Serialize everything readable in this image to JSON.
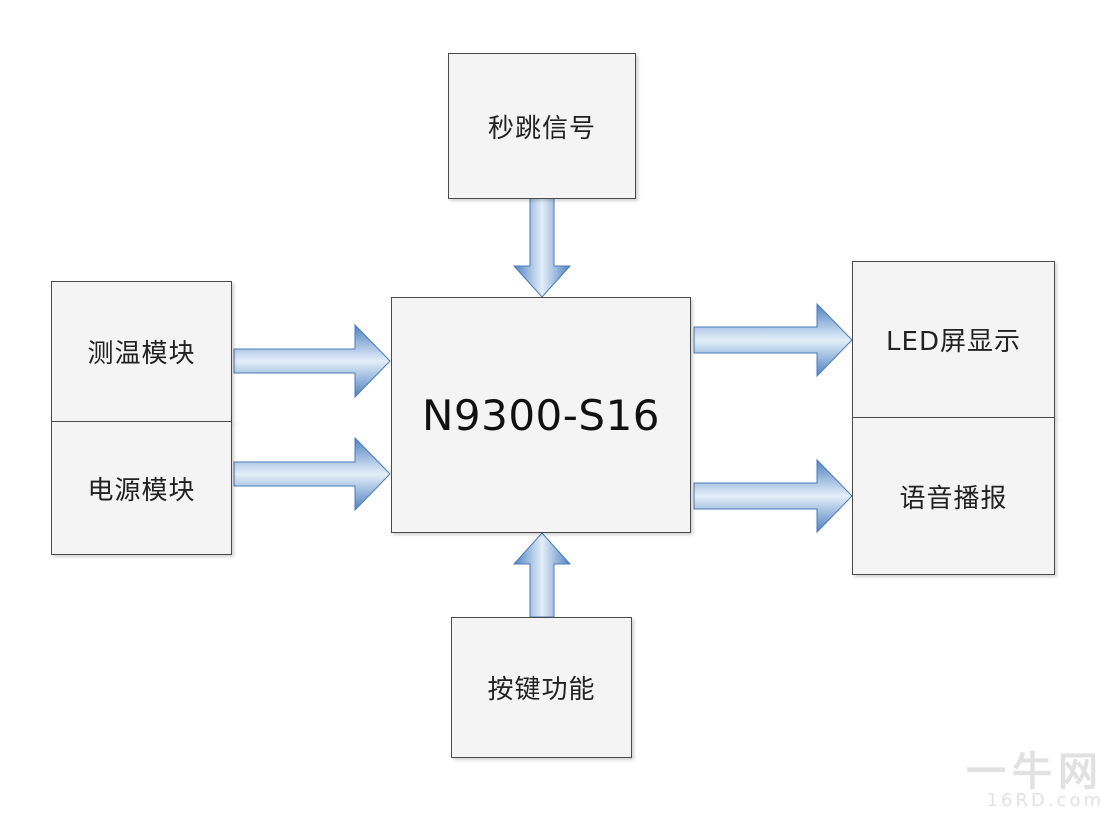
{
  "diagram": {
    "main_block": "N9300-S16",
    "inputs": {
      "top": "秒跳信号",
      "left_upper": "测温模块",
      "left_lower": "电源模块",
      "bottom": "按键功能"
    },
    "outputs": {
      "right_upper": "LED屏显示",
      "right_lower": "语音播报"
    },
    "arrow_color": "#5b8fc9",
    "arrow_highlight": "#dfeaf7"
  },
  "watermark": {
    "cn": "一牛网",
    "en": "16RD.com"
  }
}
